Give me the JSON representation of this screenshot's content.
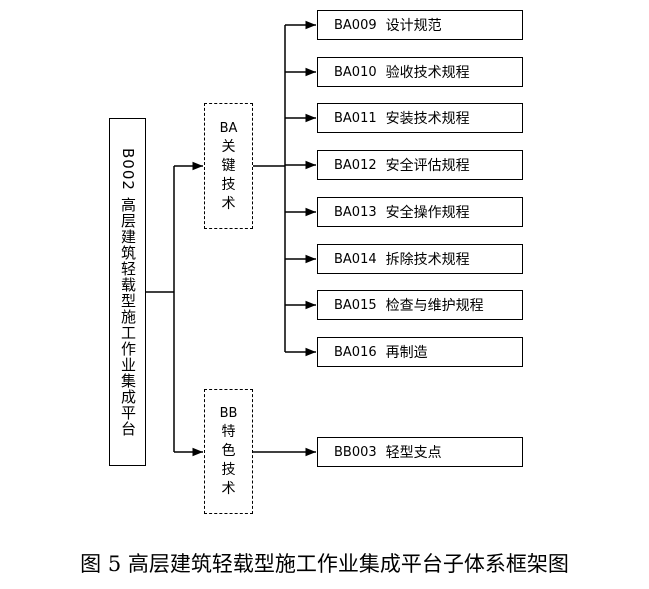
{
  "root": {
    "code": "B002",
    "label": "高层建筑轻载型施工作业集成平台"
  },
  "groups": [
    {
      "code": "BA",
      "label_chars": [
        "关",
        "键",
        "技",
        "术"
      ],
      "items": [
        {
          "code": "BA009",
          "label": "设计规范"
        },
        {
          "code": "BA010",
          "label": "验收技术规程"
        },
        {
          "code": "BA011",
          "label": "安装技术规程"
        },
        {
          "code": "BA012",
          "label": "安全评估规程"
        },
        {
          "code": "BA013",
          "label": "安全操作规程"
        },
        {
          "code": "BA014",
          "label": "拆除技术规程"
        },
        {
          "code": "BA015",
          "label": "检查与维护规程"
        },
        {
          "code": "BA016",
          "label": "再制造"
        }
      ]
    },
    {
      "code": "BB",
      "label_chars": [
        "特",
        "色",
        "技",
        "术"
      ],
      "items": [
        {
          "code": "BB003",
          "label": "轻型支点"
        }
      ]
    }
  ],
  "caption": "图 5  高层建筑轻载型施工作业集成平台子体系框架图"
}
